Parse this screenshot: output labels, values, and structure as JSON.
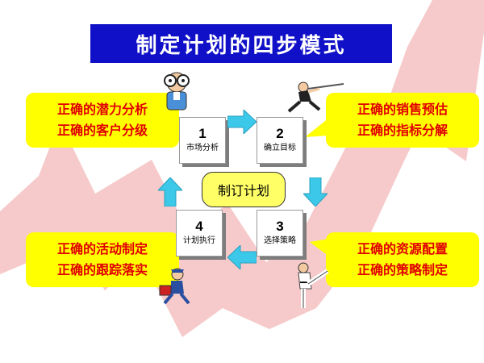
{
  "title": "制定计划的四步模式",
  "center_label": "制订计划",
  "steps": [
    {
      "num": "1",
      "label": "市场分析"
    },
    {
      "num": "2",
      "label": "确立目标"
    },
    {
      "num": "3",
      "label": "选择策略"
    },
    {
      "num": "4",
      "label": "计划执行"
    }
  ],
  "callouts": {
    "top_left": [
      "正确的潜力分析",
      "正确的客户分级"
    ],
    "top_right": [
      "正确的销售预估",
      "正确的指标分解"
    ],
    "bottom_left": [
      "正确的活动制定",
      "正确的跟踪落实"
    ],
    "bottom_right": [
      "正确的资源配置",
      "正确的策略制定"
    ]
  },
  "colors": {
    "title_bg": "#1010c8",
    "callout_bg": "#ffff00",
    "callout_text": "#e00000",
    "center_bg": "#ffff66",
    "flow_arrow": "#3cc8e8",
    "background_arrow": "#f3b8b8"
  },
  "icons": [
    "goggles-man-clipart",
    "swordsman-clipart",
    "running-courier-clipart",
    "karate-kick-clipart"
  ]
}
